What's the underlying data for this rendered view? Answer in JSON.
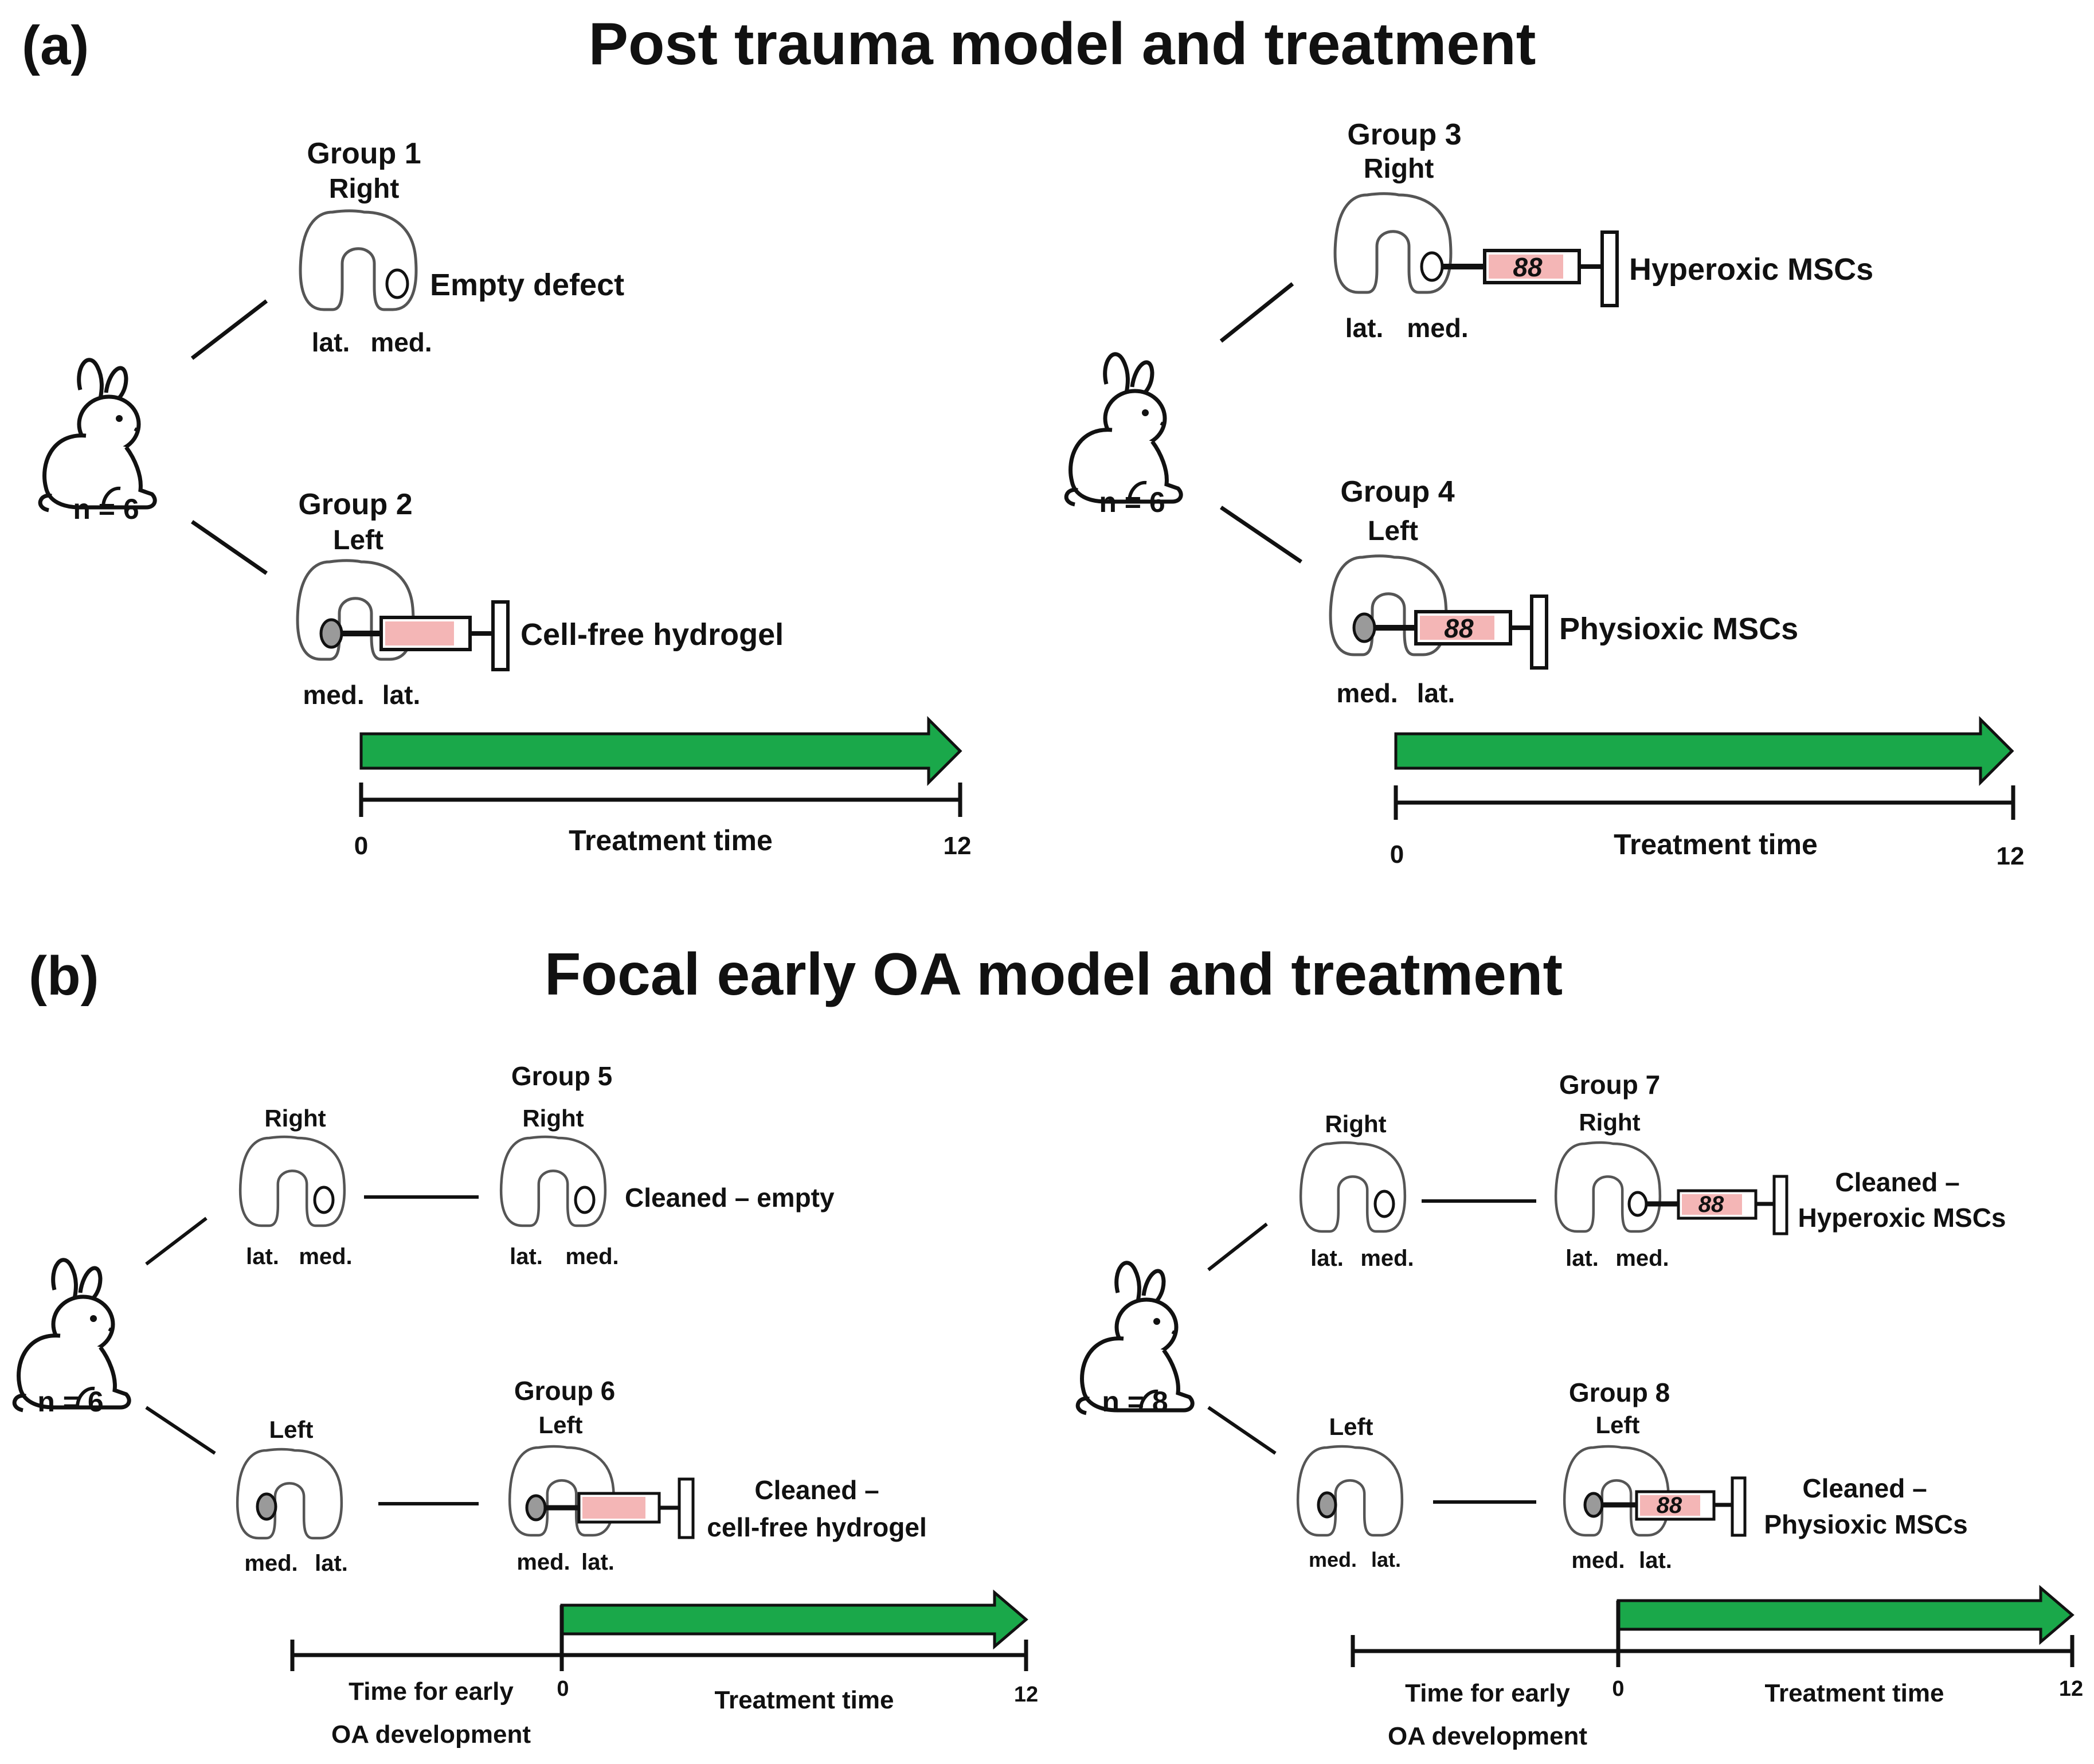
{
  "panel_a": {
    "letter": "(a)",
    "title": "Post trauma model and treatment",
    "left_cohort": {
      "n": "n = 6",
      "group1": {
        "name": "Group 1",
        "side": "Right",
        "treatment": "Empty defect",
        "lab1": "lat.",
        "lab2": "med."
      },
      "group2": {
        "name": "Group 2",
        "side": "Left",
        "treatment": "Cell-free hydrogel",
        "lab1": "med.",
        "lab2": "lat."
      },
      "timeline": {
        "label": "Treatment time",
        "start": "0",
        "end": "12"
      }
    },
    "right_cohort": {
      "n": "n = 6",
      "group3": {
        "name": "Group 3",
        "side": "Right",
        "treatment": "Hyperoxic MSCs",
        "lab1": "lat.",
        "lab2": "med."
      },
      "group4": {
        "name": "Group 4",
        "side": "Left",
        "treatment": "Physioxic MSCs",
        "lab1": "med.",
        "lab2": "lat."
      },
      "timeline": {
        "label": "Treatment time",
        "start": "0",
        "end": "12"
      }
    }
  },
  "panel_b": {
    "letter": "(b)",
    "title": "Focal early OA model and treatment",
    "left_cohort": {
      "n": "n = 6",
      "pre_right": {
        "side": "Right",
        "lab1": "lat.",
        "lab2": "med."
      },
      "pre_left": {
        "side": "Left",
        "lab1": "med.",
        "lab2": "lat."
      },
      "group5": {
        "name": "Group 5",
        "side": "Right",
        "treatment": "Cleaned – empty",
        "lab1": "lat.",
        "lab2": "med."
      },
      "group6": {
        "name": "Group 6",
        "side": "Left",
        "treatment_line1": "Cleaned –",
        "treatment_line2": "cell-free hydrogel",
        "lab1": "med.",
        "lab2": "lat."
      },
      "timeline": {
        "pre_line1": "Time for early",
        "pre_line2": "OA development",
        "label": "Treatment time",
        "start": "0",
        "end": "12"
      }
    },
    "right_cohort": {
      "n": "n = 8",
      "pre_right": {
        "side": "Right",
        "lab1": "lat.",
        "lab2": "med."
      },
      "pre_left": {
        "side": "Left",
        "lab1": "med.",
        "lab2": "lat."
      },
      "group7": {
        "name": "Group 7",
        "side": "Right",
        "treatment_line1": "Cleaned –",
        "treatment_line2": "Hyperoxic MSCs",
        "lab1": "lat.",
        "lab2": "med."
      },
      "group8": {
        "name": "Group 8",
        "side": "Left",
        "treatment_line1": "Cleaned –",
        "treatment_line2": "Physioxic MSCs",
        "lab1": "med.",
        "lab2": "lat."
      },
      "timeline": {
        "pre_line1": "Time for early",
        "pre_line2": "OA development",
        "label": "Treatment time",
        "start": "0",
        "end": "12"
      }
    }
  },
  "colors": {
    "arrow_green": "#1aa84a",
    "syringe_fill": "#f4b6b6",
    "ink": "#111111",
    "defect_gray": "#9a9a9a"
  }
}
